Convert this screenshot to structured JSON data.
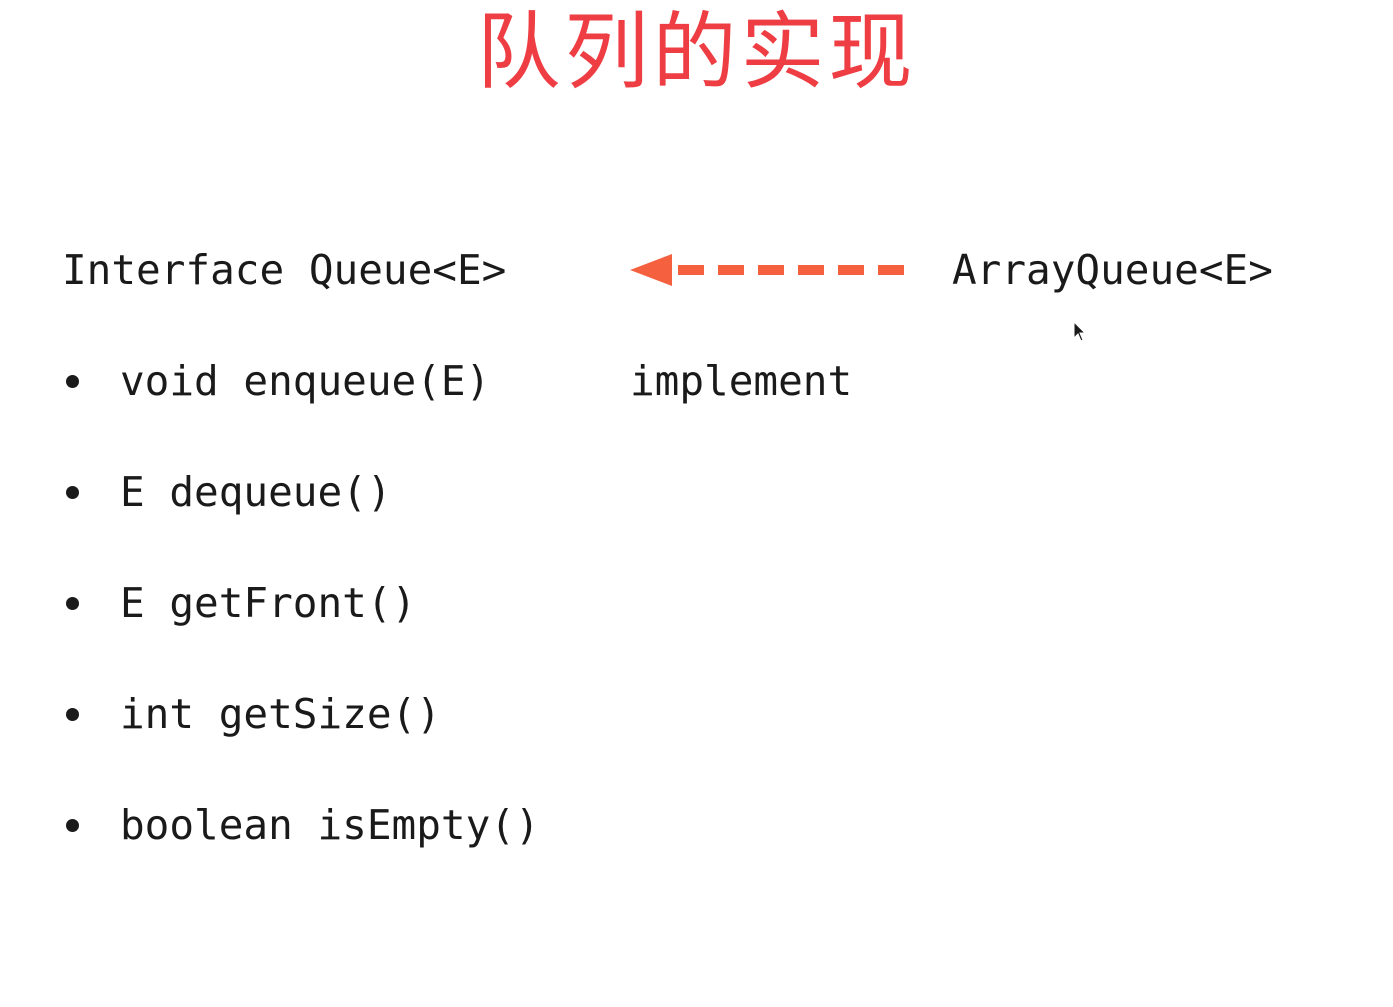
{
  "slide": {
    "title": "队列的实现",
    "interface_label": "Interface Queue<E>",
    "implementing_class": "ArrayQueue<E>",
    "relation_label": "implement",
    "methods": [
      "void enqueue(E)",
      "E dequeue()",
      "E getFront()",
      "int getSize()",
      "boolean isEmpty()"
    ]
  },
  "colors": {
    "title": "#ee3e44",
    "arrow": "#f5603e",
    "text": "#1a1a1a"
  },
  "icons": {
    "arrow": "dashed-arrow-left-icon",
    "cursor": "mouse-pointer-icon"
  }
}
